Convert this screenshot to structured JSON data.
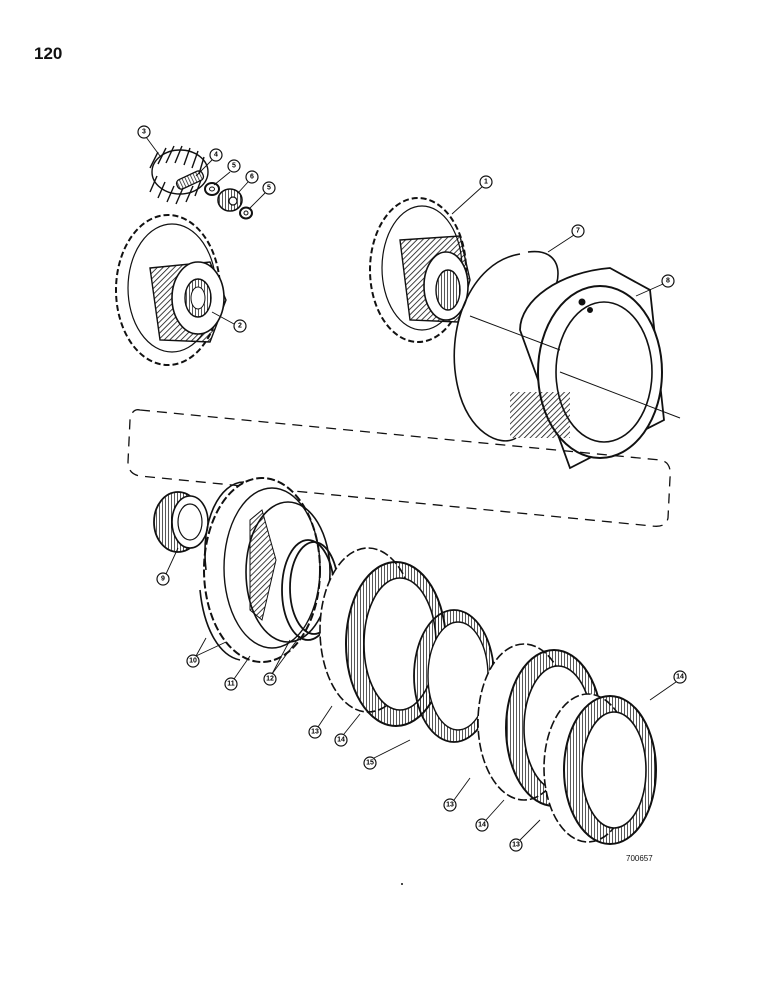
{
  "page_number": "120",
  "drawing_code": "700657",
  "callouts": [
    {
      "id": "c1",
      "label": "1"
    },
    {
      "id": "c2",
      "label": "2"
    },
    {
      "id": "c3",
      "label": "3"
    },
    {
      "id": "c4",
      "label": "4"
    },
    {
      "id": "c5a",
      "label": "5"
    },
    {
      "id": "c6",
      "label": "6"
    },
    {
      "id": "c5b",
      "label": "5"
    },
    {
      "id": "c7",
      "label": "7"
    },
    {
      "id": "c8",
      "label": "8"
    },
    {
      "id": "c9",
      "label": "9"
    },
    {
      "id": "c10",
      "label": "10"
    },
    {
      "id": "c11",
      "label": "11"
    },
    {
      "id": "c12",
      "label": "12"
    },
    {
      "id": "c13a",
      "label": "13"
    },
    {
      "id": "c14a",
      "label": "14"
    },
    {
      "id": "c15",
      "label": "15"
    },
    {
      "id": "c13b",
      "label": "13"
    },
    {
      "id": "c14b",
      "label": "14"
    },
    {
      "id": "c13c",
      "label": "13"
    },
    {
      "id": "c14c",
      "label": "14"
    }
  ]
}
